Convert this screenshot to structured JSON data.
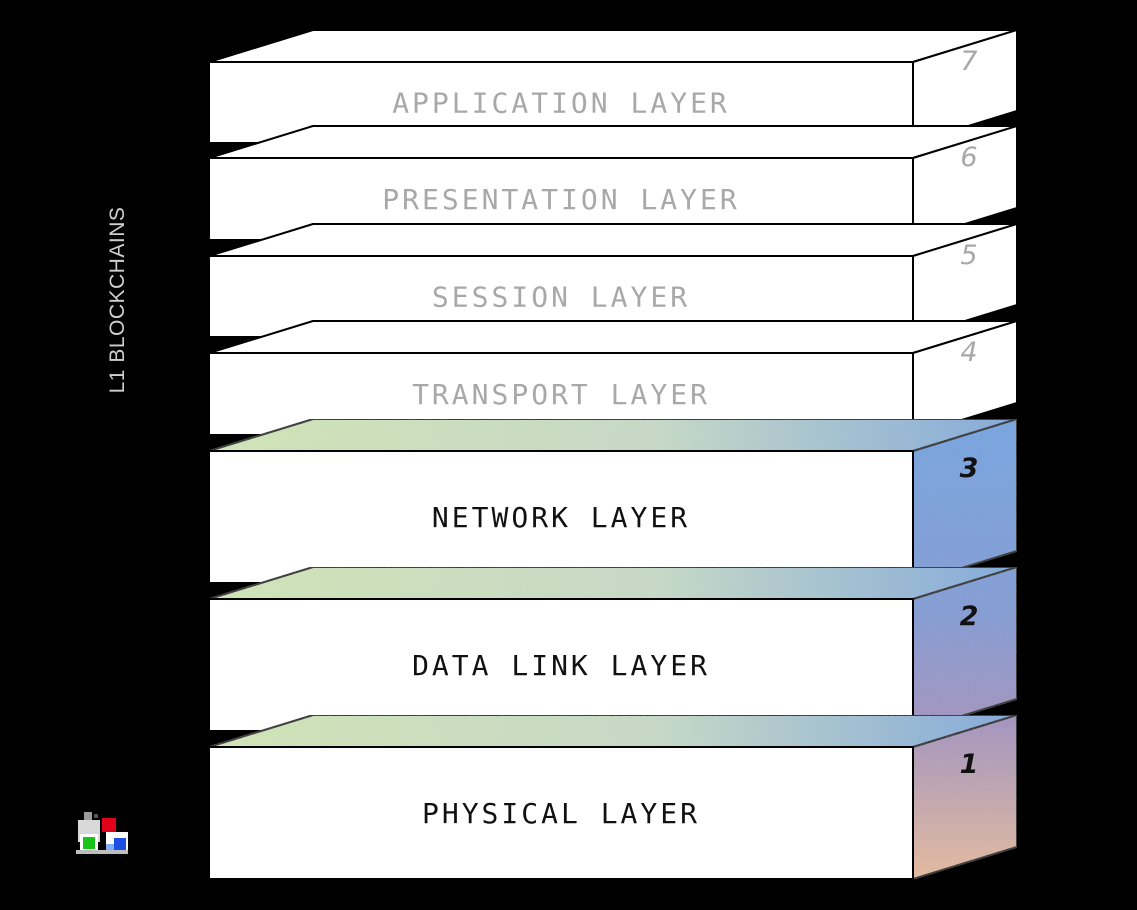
{
  "side_label": "L1 BLOCKCHAINS",
  "colors": {
    "background": "#000000",
    "face": "#ffffff",
    "edge": "#000000",
    "muted_text": "#a8a8a8",
    "active_text": "#111111",
    "gradient_green": "#cfe6b4",
    "gradient_blue": "#6fa3e2",
    "gradient_purple": "#9a94c7",
    "gradient_peach": "#e6b89a"
  },
  "layers": [
    {
      "number": "7",
      "label": "APPLICATION LAYER",
      "active": false
    },
    {
      "number": "6",
      "label": "PRESENTATION LAYER",
      "active": false
    },
    {
      "number": "5",
      "label": "SESSION LAYER",
      "active": false
    },
    {
      "number": "4",
      "label": "TRANSPORT LAYER",
      "active": false
    },
    {
      "number": "3",
      "label": "NETWORK LAYER",
      "active": true
    },
    {
      "number": "2",
      "label": "DATA LINK LAYER",
      "active": true
    },
    {
      "number": "1",
      "label": "PHYSICAL LAYER",
      "active": true
    }
  ],
  "icons": {
    "corner": "network-node-icon"
  }
}
